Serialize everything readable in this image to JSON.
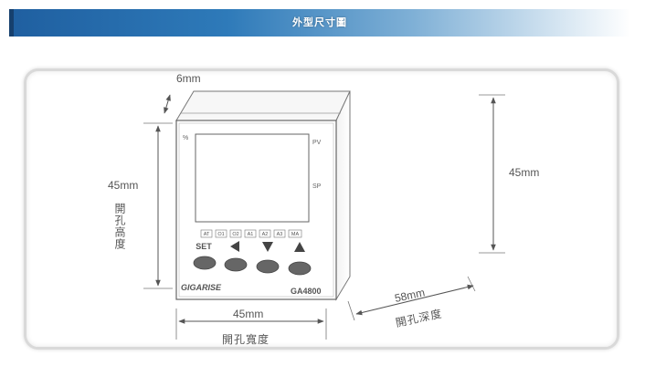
{
  "header": {
    "title": "外型尺寸圖"
  },
  "dimensions": {
    "bezel_depth": "6mm",
    "cutout_height": "45mm",
    "cutout_height_label": "開孔高度",
    "body_height": "45mm",
    "cutout_width": "45mm",
    "cutout_width_label": "開孔寬度",
    "depth": "58mm",
    "depth_label": "開孔深度"
  },
  "device": {
    "percent_label": "%",
    "pv_label": "PV",
    "sp_label": "SP",
    "indicators": [
      "AT",
      "O1",
      "O2",
      "A1",
      "A2",
      "A3",
      "MA"
    ],
    "set_label": "SET",
    "brand": "GIGARISE",
    "model": "GA4800"
  }
}
